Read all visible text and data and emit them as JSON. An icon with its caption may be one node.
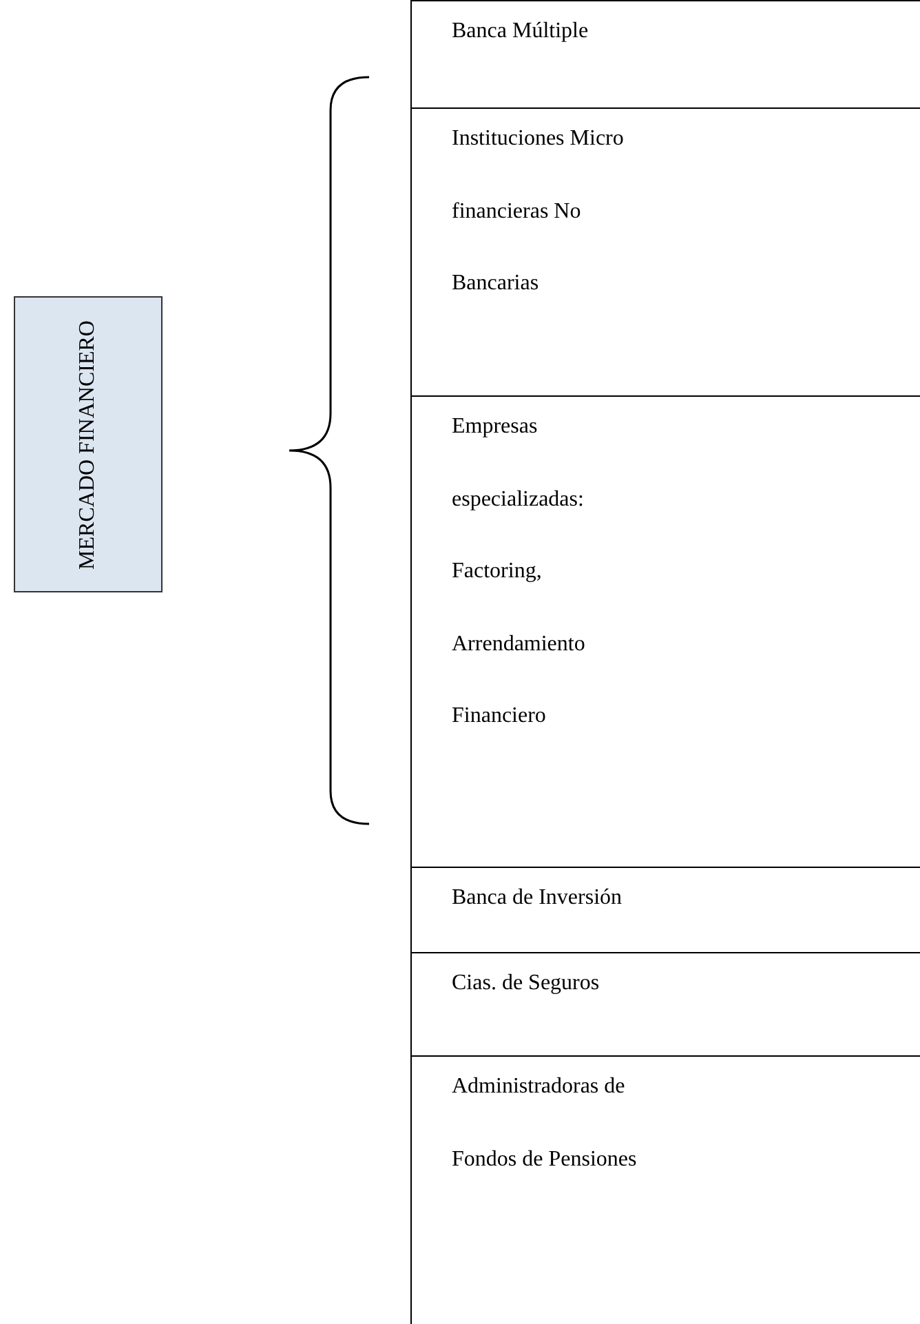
{
  "diagram": {
    "nodes": [
      {
        "text": [
          "MERCADO FINANCIERO"
        ]
      },
      {
        "text": [
          "Banca Múltiple"
        ]
      },
      {
        "text": [
          "Instituciones Micro financieras No Bancarias"
        ]
      },
      {
        "text": [
          "Empresas especializadas: Factoring, Arrendamiento Financiero"
        ]
      },
      {
        "text": [
          "Banca de Inversión"
        ]
      },
      {
        "text": [
          "Cias. de Seguros"
        ]
      },
      {
        "text": [
          "Administradoras de Fondos de Pensiones"
        ]
      }
    ],
    "edges": []
  }
}
